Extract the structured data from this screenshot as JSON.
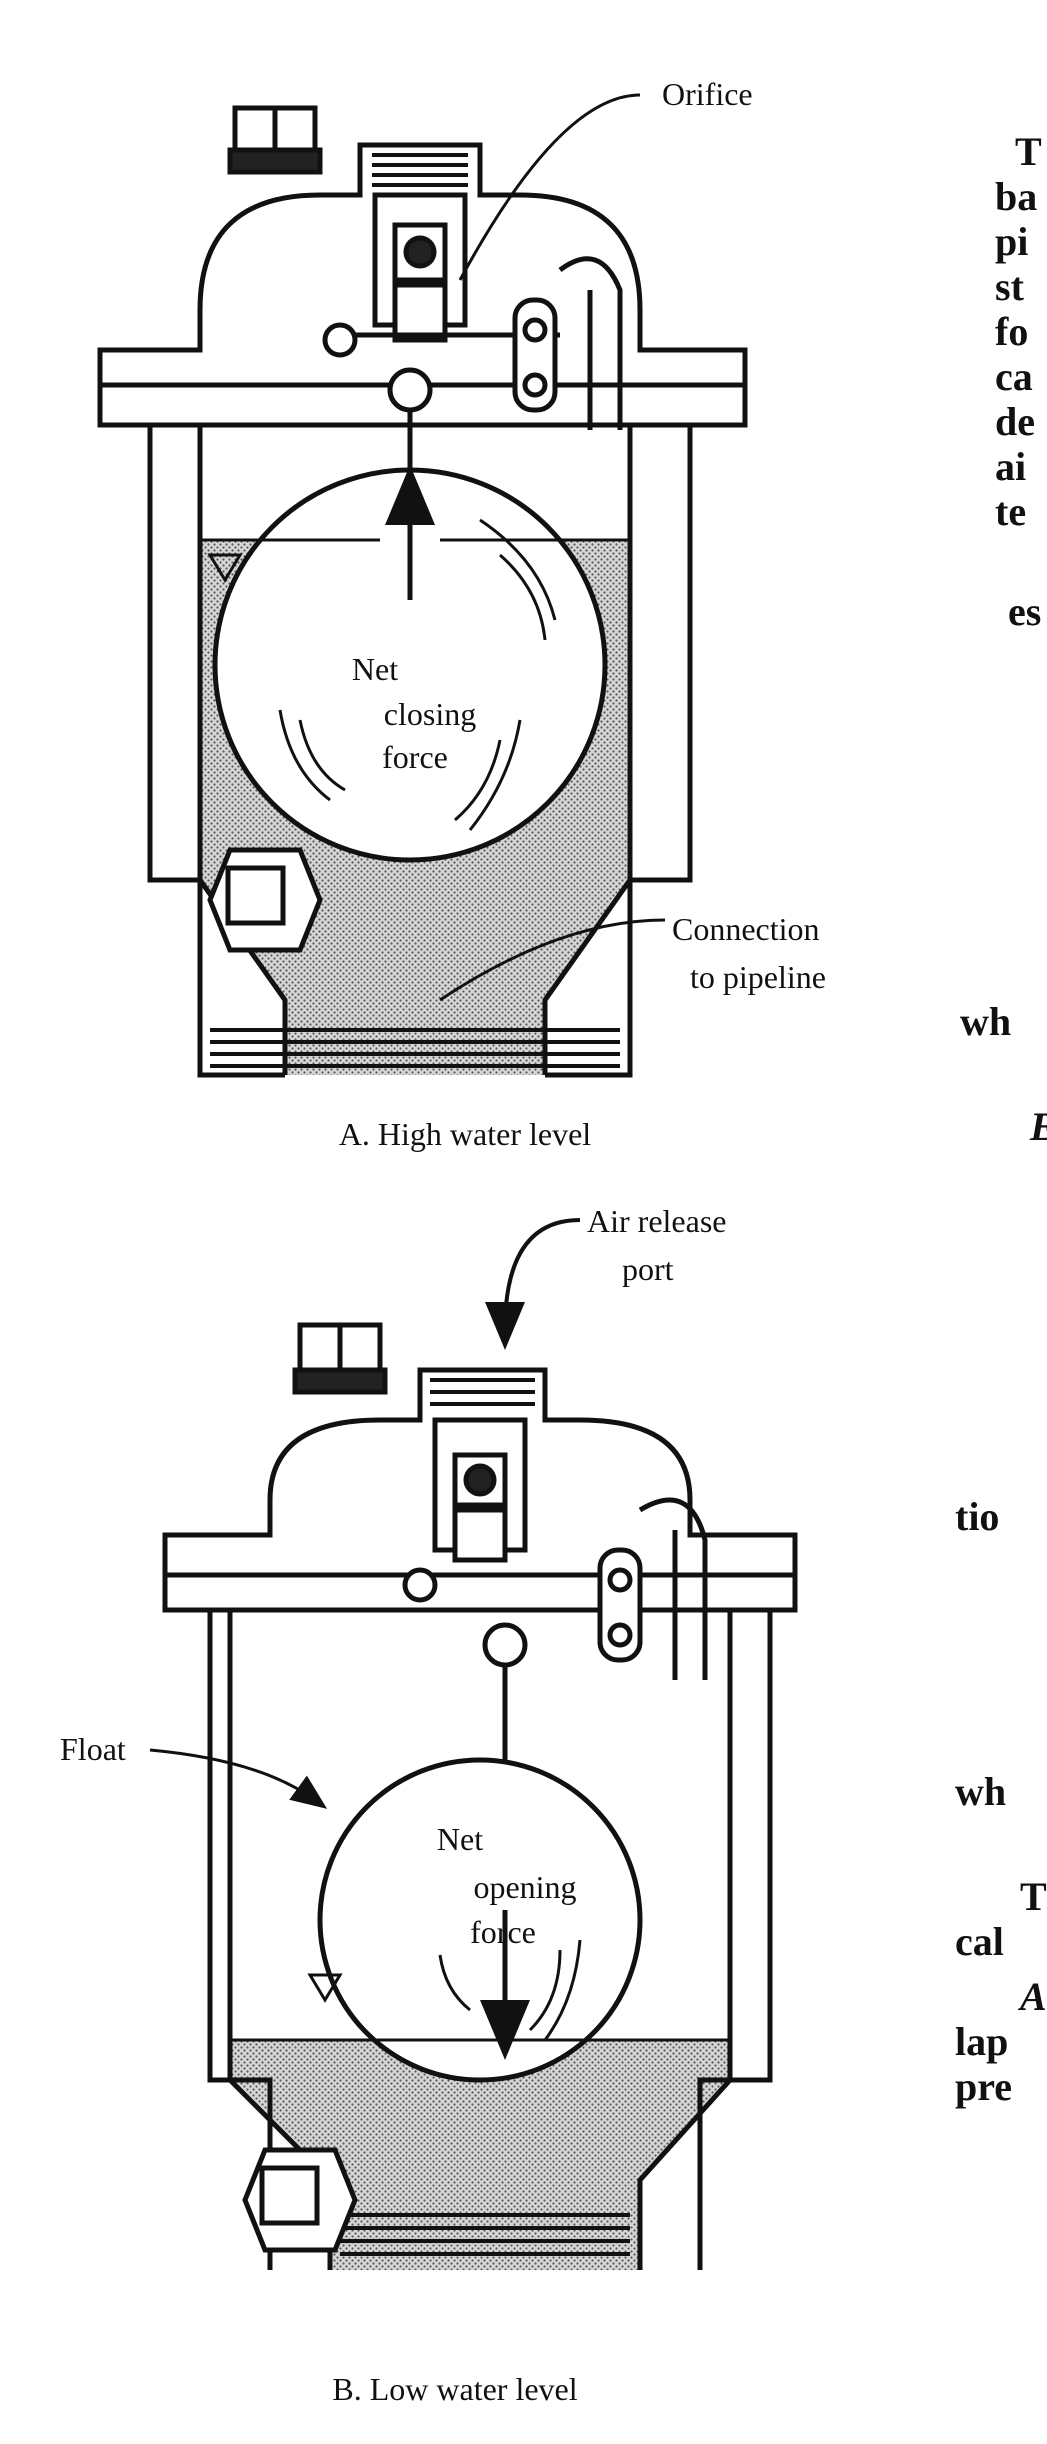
{
  "figure_a": {
    "caption": "A. High water level",
    "orifice_label": "Orifice",
    "inner_label_1": "Net",
    "inner_label_2": "closing",
    "inner_label_3": "force",
    "connection_label_1": "Connection",
    "connection_label_2": "to pipeline"
  },
  "figure_b": {
    "caption": "B. Low water level",
    "air_label_1": "Air release",
    "air_label_2": "port",
    "float_label": "Float",
    "inner_label_1": "Net",
    "inner_label_2": "opening",
    "inner_label_3": "force"
  },
  "right_text_fragments": [
    "T",
    "ba",
    "pi",
    "st",
    "fo",
    "ca",
    "de",
    "ai",
    "te",
    "es",
    "wh",
    "E",
    "tio",
    "wh",
    "T",
    "cal",
    "A",
    "lap",
    "pre"
  ],
  "colors": {
    "ink": "#111111",
    "water_fill": "#bdbdbd",
    "paper": "#ffffff"
  }
}
